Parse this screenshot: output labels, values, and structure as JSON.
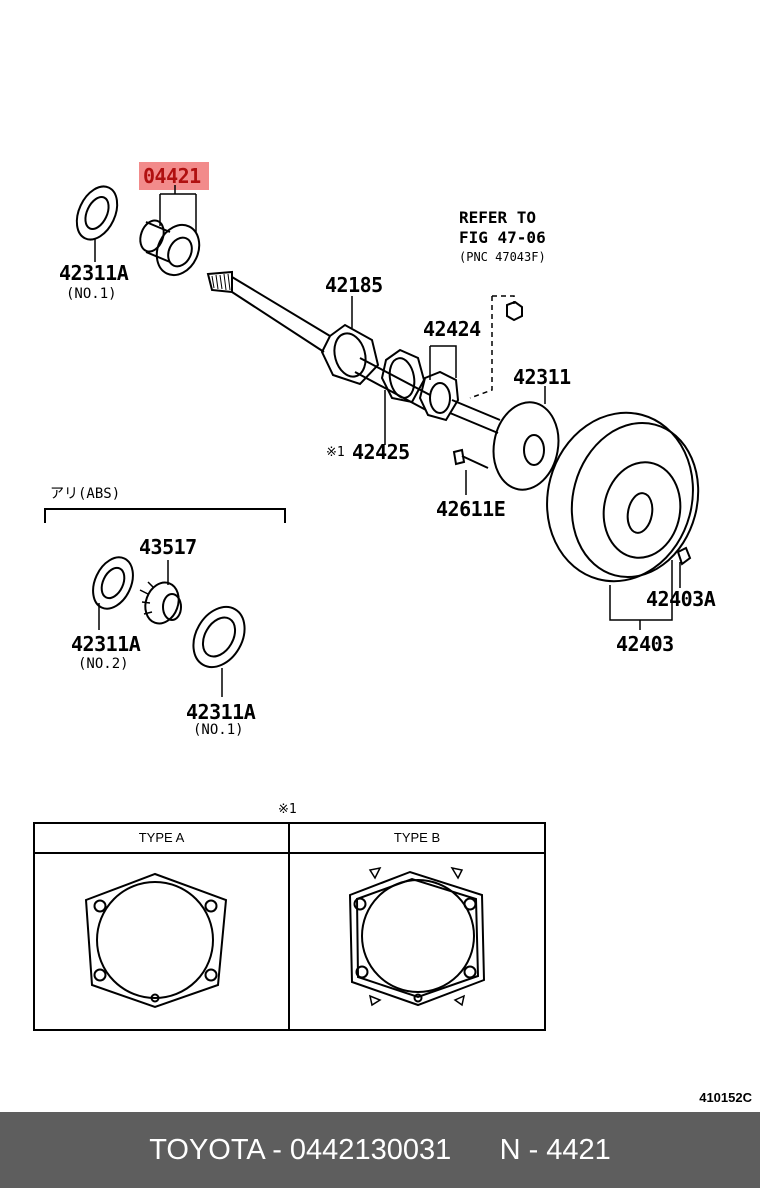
{
  "parts": {
    "highlighted": "04421",
    "p42311a_top": "42311A",
    "p42311a_top_note": "(NO.1)",
    "p42185": "42185",
    "p42424": "42424",
    "p42311": "42311",
    "p42425_mark": "※1",
    "p42425": "42425",
    "p42611e": "42611E",
    "p42403a": "42403A",
    "p42403": "42403",
    "p43517": "43517",
    "p42311a_no2": "42311A",
    "p42311a_no2_note": "(NO.2)",
    "p42311a_no1": "42311A",
    "p42311a_no1_note": "(NO.1)"
  },
  "refer": {
    "line1": "REFER TO",
    "line2": "FIG 47-06",
    "line3": "(PNC 47043F)"
  },
  "abs_group": {
    "label": "アリ(ABS)"
  },
  "types_table": {
    "mark": "※1",
    "type_a": "TYPE A",
    "type_b": "TYPE B"
  },
  "diagram_code": "410152C",
  "footer": {
    "brand_part": "TOYOTA - 0442130031",
    "ref": "N - 4421"
  }
}
